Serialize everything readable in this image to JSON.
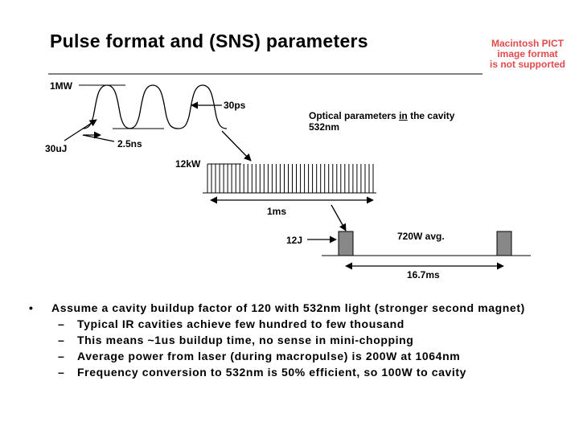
{
  "slide": {
    "title": "Pulse format and (SNS) parameters",
    "pict_placeholder": {
      "line1": "Macintosh PICT",
      "line2": "image format",
      "line3": "is not supported",
      "color": "#e34b4b"
    }
  },
  "diagram": {
    "label_1mw": "1MW",
    "label_30ps": "30ps",
    "label_30uj": "30uJ",
    "label_2_5ns": "2.5ns",
    "optical_line1_prefix": "Optical parameters ",
    "optical_line1_underlined": "in",
    "optical_line1_suffix": " the cavity",
    "optical_line2": "532nm",
    "label_12kw": "12kW",
    "label_1ms": "1ms",
    "label_12j": "12J",
    "label_720w": "720W avg.",
    "label_16_7ms": "16.7ms"
  },
  "bullets": {
    "main": "Assume a cavity buildup factor of 120 with 532nm light (stronger second magnet)",
    "dash_glyph": "–",
    "bullet_glyph": "•",
    "subs": [
      "Typical IR cavities achieve few hundred to few thousand",
      "This means ~1us buildup time, no sense in mini-chopping",
      "Average power from laser (during macropulse) is 200W at 1064nm",
      "Frequency conversion to 532nm is 50% efficient, so 100W to cavity"
    ]
  }
}
